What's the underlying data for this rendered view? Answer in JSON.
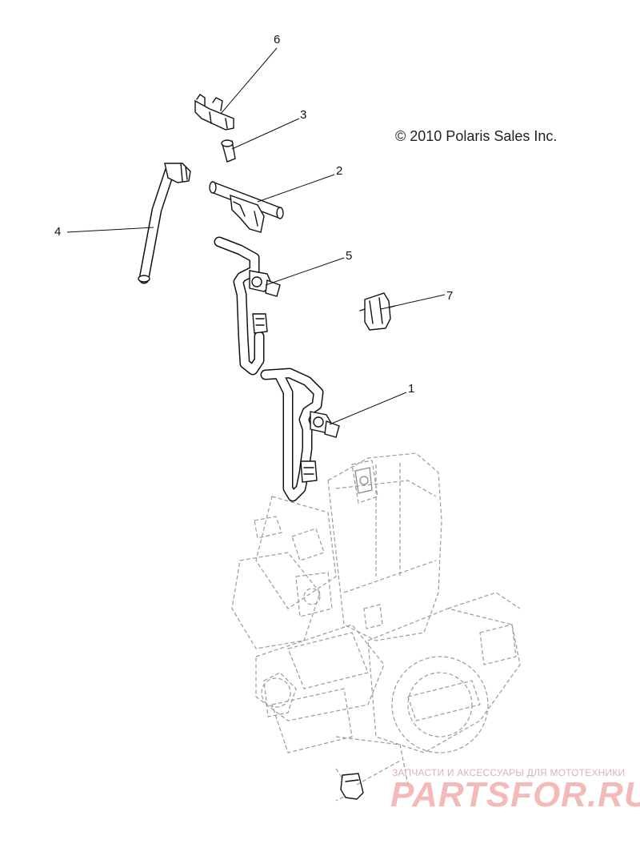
{
  "copyright": "© 2010 Polaris Sales Inc.",
  "callouts": [
    {
      "id": "6",
      "label": "6"
    },
    {
      "id": "3",
      "label": "3"
    },
    {
      "id": "2",
      "label": "2"
    },
    {
      "id": "4",
      "label": "4"
    },
    {
      "id": "5",
      "label": "5"
    },
    {
      "id": "7",
      "label": "7"
    },
    {
      "id": "1",
      "label": "1"
    }
  ],
  "watermark": {
    "tagline": "ЗАПЧАСТИ И АКСЕССУАРЫ ДЛЯ МОТОТЕХНИКИ",
    "brand": "PARTSFOR.RU"
  }
}
